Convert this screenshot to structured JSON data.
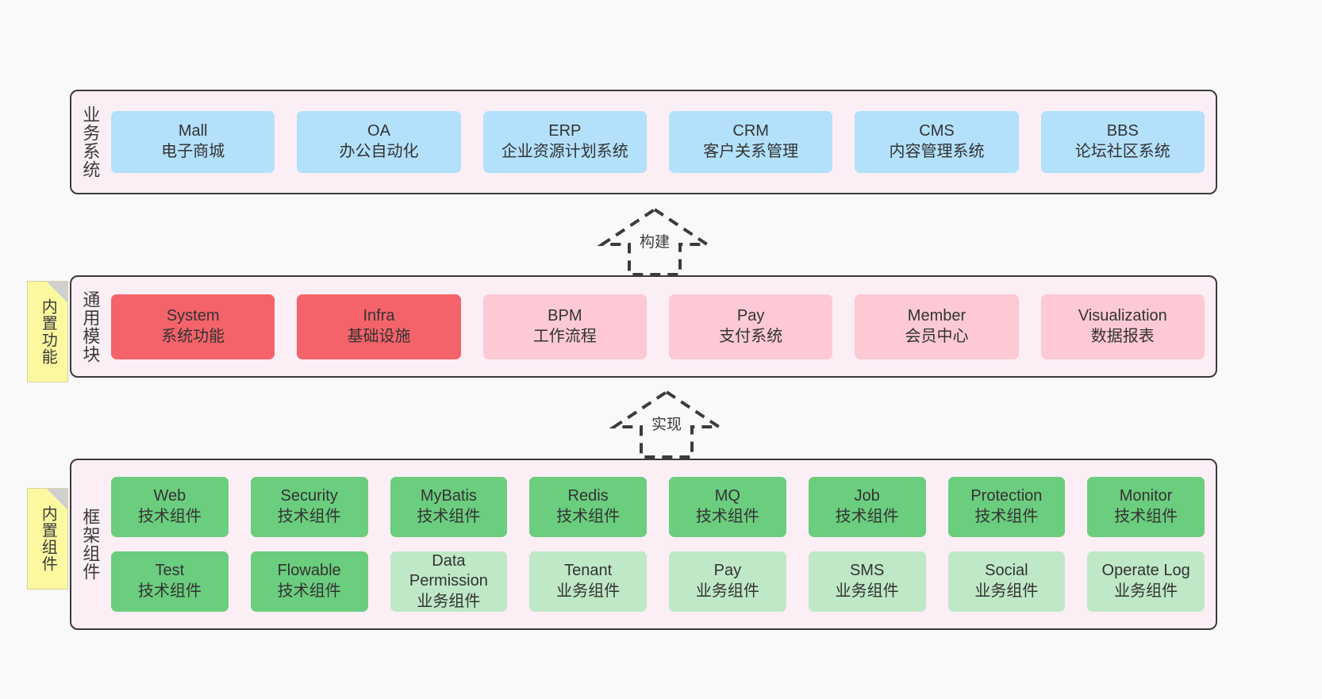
{
  "diagram": {
    "background_color": "#f9f9f9",
    "panel_color": "#fbeef5",
    "panel_border_color": "#3b3b3b"
  },
  "business_layer": {
    "title": "业务系统",
    "color": "#b3e0fb",
    "items": [
      {
        "en": "Mall",
        "cn": "电子商城"
      },
      {
        "en": "OA",
        "cn": "办公自动化"
      },
      {
        "en": "ERP",
        "cn": "企业资源计划系统"
      },
      {
        "en": "CRM",
        "cn": "客户关系管理"
      },
      {
        "en": "CMS",
        "cn": "内容管理系统"
      },
      {
        "en": "BBS",
        "cn": "论坛社区系统"
      }
    ]
  },
  "arrow_build": {
    "label": "构建",
    "style": "dashed-hollow-triangle",
    "color": "#3b3b3b"
  },
  "common_layer": {
    "title": "通用模块",
    "note": "内置功能",
    "note_color": "#fcf8a0",
    "strong_color": "#f4636a",
    "soft_color": "#fcc9d4",
    "items": [
      {
        "en": "System",
        "cn": "系统功能",
        "emphasis": "strong"
      },
      {
        "en": "Infra",
        "cn": "基础设施",
        "emphasis": "strong"
      },
      {
        "en": "BPM",
        "cn": "工作流程",
        "emphasis": "soft"
      },
      {
        "en": "Pay",
        "cn": "支付系统",
        "emphasis": "soft"
      },
      {
        "en": "Member",
        "cn": "会员中心",
        "emphasis": "soft"
      },
      {
        "en": "Visualization",
        "cn": "数据报表",
        "emphasis": "soft"
      }
    ]
  },
  "arrow_implement": {
    "label": "实现",
    "style": "dashed-hollow-triangle",
    "color": "#3b3b3b"
  },
  "framework_layer": {
    "title": "框架组件",
    "note": "内置组件",
    "note_color": "#fcf8a0",
    "tech_color": "#6bcd7e",
    "biz_color": "#bfe8c6",
    "row1": [
      {
        "en": "Web",
        "cn": "技术组件",
        "kind": "tech"
      },
      {
        "en": "Security",
        "cn": "技术组件",
        "kind": "tech"
      },
      {
        "en": "MyBatis",
        "cn": "技术组件",
        "kind": "tech"
      },
      {
        "en": "Redis",
        "cn": "技术组件",
        "kind": "tech"
      },
      {
        "en": "MQ",
        "cn": "技术组件",
        "kind": "tech"
      },
      {
        "en": "Job",
        "cn": "技术组件",
        "kind": "tech"
      },
      {
        "en": "Protection",
        "cn": "技术组件",
        "kind": "tech"
      },
      {
        "en": "Monitor",
        "cn": "技术组件",
        "kind": "tech"
      }
    ],
    "row2": [
      {
        "en": "Test",
        "cn": "技术组件",
        "kind": "tech"
      },
      {
        "en": "Flowable",
        "cn": "技术组件",
        "kind": "tech"
      },
      {
        "en": "Data Permission",
        "cn": "业务组件",
        "kind": "biz"
      },
      {
        "en": "Tenant",
        "cn": "业务组件",
        "kind": "biz"
      },
      {
        "en": "Pay",
        "cn": "业务组件",
        "kind": "biz"
      },
      {
        "en": "SMS",
        "cn": "业务组件",
        "kind": "biz"
      },
      {
        "en": "Social",
        "cn": "业务组件",
        "kind": "biz"
      },
      {
        "en": "Operate Log",
        "cn": "业务组件",
        "kind": "biz"
      }
    ]
  }
}
